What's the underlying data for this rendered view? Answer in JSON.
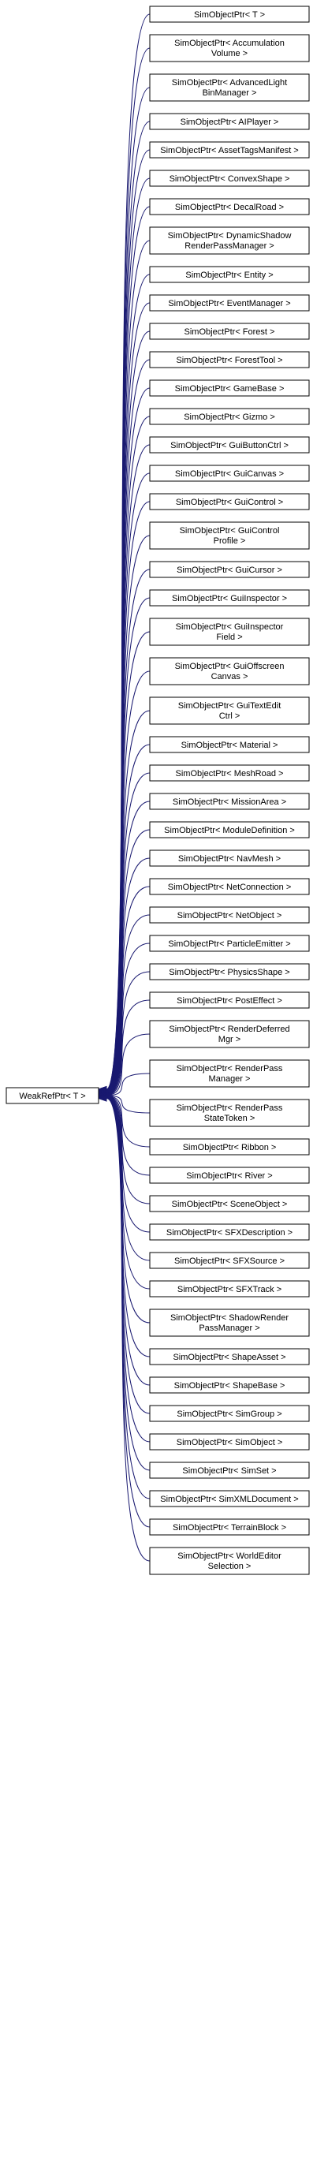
{
  "base": {
    "label": "WeakRefPtr< T >"
  },
  "derived": [
    {
      "lines": [
        "SimObjectPtr< T >"
      ]
    },
    {
      "lines": [
        "SimObjectPtr< Accumulation",
        "Volume >"
      ]
    },
    {
      "lines": [
        "SimObjectPtr< AdvancedLight",
        "BinManager >"
      ]
    },
    {
      "lines": [
        "SimObjectPtr< AIPlayer >"
      ]
    },
    {
      "lines": [
        "SimObjectPtr< AssetTagsManifest >"
      ]
    },
    {
      "lines": [
        "SimObjectPtr< ConvexShape >"
      ]
    },
    {
      "lines": [
        "SimObjectPtr< DecalRoad >"
      ]
    },
    {
      "lines": [
        "SimObjectPtr< DynamicShadow",
        "RenderPassManager >"
      ]
    },
    {
      "lines": [
        "SimObjectPtr< Entity >"
      ]
    },
    {
      "lines": [
        "SimObjectPtr< EventManager >"
      ]
    },
    {
      "lines": [
        "SimObjectPtr< Forest >"
      ]
    },
    {
      "lines": [
        "SimObjectPtr< ForestTool >"
      ]
    },
    {
      "lines": [
        "SimObjectPtr< GameBase >"
      ]
    },
    {
      "lines": [
        "SimObjectPtr< Gizmo >"
      ]
    },
    {
      "lines": [
        "SimObjectPtr< GuiButtonCtrl >"
      ]
    },
    {
      "lines": [
        "SimObjectPtr< GuiCanvas >"
      ]
    },
    {
      "lines": [
        "SimObjectPtr< GuiControl >"
      ]
    },
    {
      "lines": [
        "SimObjectPtr< GuiControl",
        "Profile >"
      ]
    },
    {
      "lines": [
        "SimObjectPtr< GuiCursor >"
      ]
    },
    {
      "lines": [
        "SimObjectPtr< GuiInspector >"
      ]
    },
    {
      "lines": [
        "SimObjectPtr< GuiInspector",
        "Field >"
      ]
    },
    {
      "lines": [
        "SimObjectPtr< GuiOffscreen",
        "Canvas >"
      ]
    },
    {
      "lines": [
        "SimObjectPtr< GuiTextEdit",
        "Ctrl >"
      ]
    },
    {
      "lines": [
        "SimObjectPtr< Material >"
      ]
    },
    {
      "lines": [
        "SimObjectPtr< MeshRoad >"
      ]
    },
    {
      "lines": [
        "SimObjectPtr< MissionArea >"
      ]
    },
    {
      "lines": [
        "SimObjectPtr< ModuleDefinition >"
      ]
    },
    {
      "lines": [
        "SimObjectPtr< NavMesh >"
      ]
    },
    {
      "lines": [
        "SimObjectPtr< NetConnection >"
      ]
    },
    {
      "lines": [
        "SimObjectPtr< NetObject >"
      ]
    },
    {
      "lines": [
        "SimObjectPtr< ParticleEmitter >"
      ]
    },
    {
      "lines": [
        "SimObjectPtr< PhysicsShape >"
      ]
    },
    {
      "lines": [
        "SimObjectPtr< PostEffect >"
      ]
    },
    {
      "lines": [
        "SimObjectPtr< RenderDeferred",
        "Mgr >"
      ]
    },
    {
      "lines": [
        "SimObjectPtr< RenderPass",
        "Manager >"
      ]
    },
    {
      "lines": [
        "SimObjectPtr< RenderPass",
        "StateToken >"
      ]
    },
    {
      "lines": [
        "SimObjectPtr< Ribbon >"
      ]
    },
    {
      "lines": [
        "SimObjectPtr< River >"
      ]
    },
    {
      "lines": [
        "SimObjectPtr< SceneObject >"
      ]
    },
    {
      "lines": [
        "SimObjectPtr< SFXDescription >"
      ]
    },
    {
      "lines": [
        "SimObjectPtr< SFXSource >"
      ]
    },
    {
      "lines": [
        "SimObjectPtr< SFXTrack >"
      ]
    },
    {
      "lines": [
        "SimObjectPtr< ShadowRender",
        "PassManager >"
      ]
    },
    {
      "lines": [
        "SimObjectPtr< ShapeAsset >"
      ]
    },
    {
      "lines": [
        "SimObjectPtr< ShapeBase >"
      ]
    },
    {
      "lines": [
        "SimObjectPtr< SimGroup >"
      ]
    },
    {
      "lines": [
        "SimObjectPtr< SimObject >"
      ]
    },
    {
      "lines": [
        "SimObjectPtr< SimSet >"
      ]
    },
    {
      "lines": [
        "SimObjectPtr< SimXMLDocument >"
      ]
    },
    {
      "lines": [
        "SimObjectPtr< TerrainBlock >"
      ]
    },
    {
      "lines": [
        "SimObjectPtr< WorldEditor",
        "Selection >"
      ]
    }
  ]
}
